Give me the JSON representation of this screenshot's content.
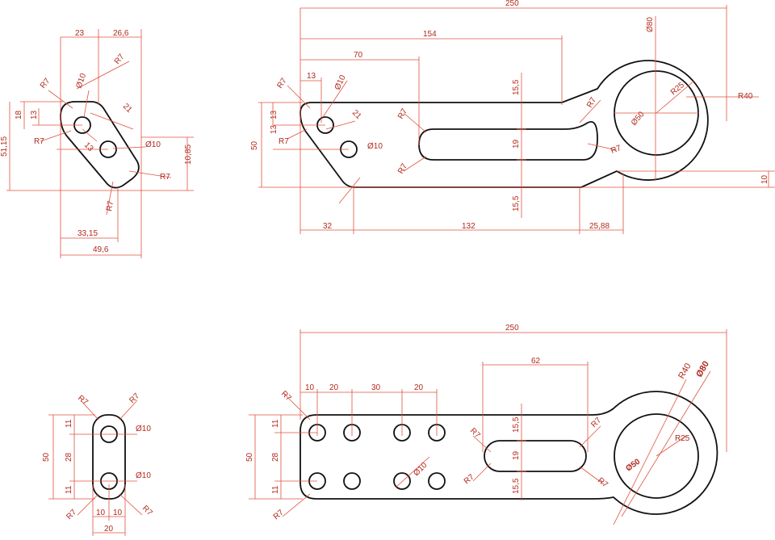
{
  "colors": {
    "outline": "#111111",
    "dimension_line": "#e0523f",
    "dimension_text": "#b02a1c",
    "background": "#ffffff"
  },
  "top_side_view": {
    "d23": "23",
    "d26_6": "26,6",
    "d18": "18",
    "d13": "13",
    "d51_15": "51,15",
    "r7_a": "R7",
    "r7_b": "R7",
    "r7_c": "R7",
    "r7_d": "R7",
    "dia10_a": "Ø10",
    "dia10_b": "Ø10",
    "d21": "21",
    "d13_b": "13",
    "d10_85": "10,85",
    "d33_15": "33,15",
    "d49_6": "49,6"
  },
  "top_main_view": {
    "d250": "250",
    "d154": "154",
    "d70": "70",
    "d13_top": "13",
    "dia10_top": "Ø10",
    "dia80": "Ø80",
    "r7_1": "R7",
    "r7_2": "R7",
    "r7_3": "R7",
    "r7_4": "R7",
    "r7_5": "R7",
    "r7_6": "R7",
    "r7_7": "R7",
    "d13_side": "13",
    "d50": "50",
    "d21": "21",
    "d13_mid": "13",
    "dia10_mid": "Ø10",
    "d15_5_a": "15,5",
    "d19": "19",
    "d15_5_b": "15,5",
    "r25": "R25",
    "dia50": "Ø50",
    "r40": "R40",
    "d10": "10",
    "d32": "32",
    "d132": "132",
    "d25_88": "25,88"
  },
  "bottom_side_view": {
    "r7_tl": "R7",
    "r7_tr": "R7",
    "r7_bl": "R7",
    "r7_br": "R7",
    "d11_a": "11",
    "d28": "28",
    "d11_b": "11",
    "d50": "50",
    "dia10_a": "Ø10",
    "dia10_b": "Ø10",
    "d10_a": "10",
    "d10_b": "10",
    "d20": "20"
  },
  "bottom_main_view": {
    "d250": "250",
    "d62": "62",
    "d10": "10",
    "d20_a": "20",
    "d30": "30",
    "d20_b": "20",
    "r7_1": "R7",
    "r7_2": "R7",
    "r7_3": "R7",
    "r7_4": "R7",
    "r7_5": "R7",
    "r7_6": "R7",
    "d11_a": "11",
    "d28": "28",
    "d11_b": "11",
    "d50": "50",
    "dia10": "Ø10",
    "d15_5_a": "15,5",
    "d19": "19",
    "d15_5_b": "15,5",
    "r40": "R40",
    "dia80": "Ø80",
    "r25": "R25",
    "dia50": "Ø50"
  }
}
